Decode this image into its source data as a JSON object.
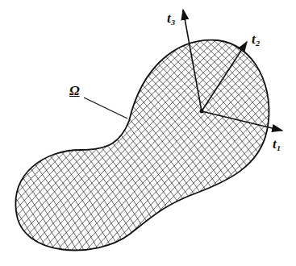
{
  "diagram": {
    "labels": [
      "Ω",
      "t₃",
      "t₂",
      "t₁"
    ]
  }
}
